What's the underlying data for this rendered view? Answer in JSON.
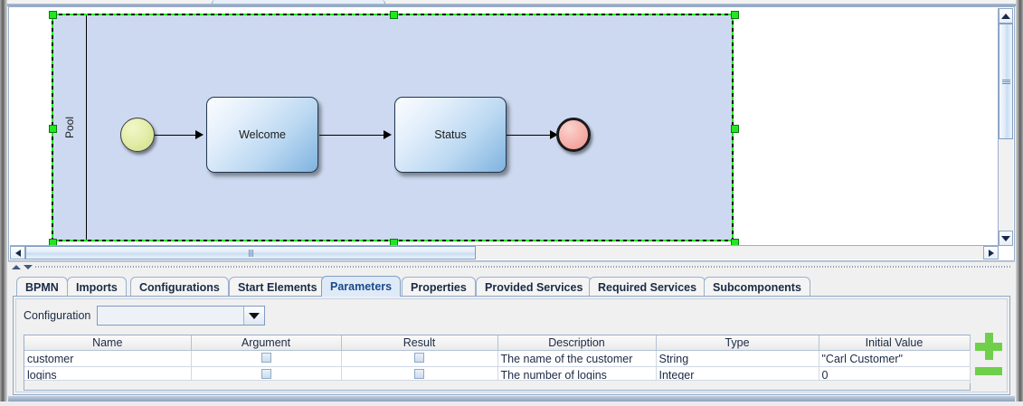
{
  "diagram": {
    "pool_label": "Pool",
    "nodes": [
      {
        "id": "start-event",
        "type": "start-event",
        "label": ""
      },
      {
        "id": "task-welcome",
        "type": "task",
        "label": "Welcome"
      },
      {
        "id": "task-status",
        "type": "task",
        "label": "Status"
      },
      {
        "id": "end-event",
        "type": "end-event",
        "label": ""
      }
    ],
    "selection": "pool"
  },
  "tabs": [
    {
      "label": "BPMN",
      "selected": false
    },
    {
      "label": "Imports",
      "selected": false
    },
    {
      "label": "Configurations",
      "selected": false
    },
    {
      "label": "Start Elements",
      "selected": false
    },
    {
      "label": "Parameters",
      "selected": true
    },
    {
      "label": "Properties",
      "selected": false
    },
    {
      "label": "Provided Services",
      "selected": false
    },
    {
      "label": "Required Services",
      "selected": false
    },
    {
      "label": "Subcomponents",
      "selected": false
    }
  ],
  "configuration": {
    "label": "Configuration",
    "value": "",
    "placeholder": ""
  },
  "parameters_table": {
    "columns": [
      "Name",
      "Argument",
      "Result",
      "Description",
      "Type",
      "Initial Value"
    ],
    "rows": [
      {
        "name": "customer",
        "argument": false,
        "result": false,
        "description": "The name of the customer",
        "type": "String",
        "initial_value": "\"Carl Customer\""
      },
      {
        "name": "logins",
        "argument": false,
        "result": false,
        "description": "The number of logins",
        "type": "Integer",
        "initial_value": "0"
      }
    ]
  },
  "side_buttons": {
    "add": "add-parameter",
    "remove": "remove-parameter",
    "color": "#6fcf4a"
  },
  "colors": {
    "pool_fill": "#ccd9f0",
    "selection_handle": "#22e622",
    "tab_selected_bg": "#dfeaf8",
    "tab_selected_text": "#1a4a8a",
    "task_gradient_light": "#fbfdff",
    "task_gradient_dark": "#7fb3e0",
    "start_event_fill": "#e4eeab",
    "end_event_fill": "#f5b3ad"
  }
}
